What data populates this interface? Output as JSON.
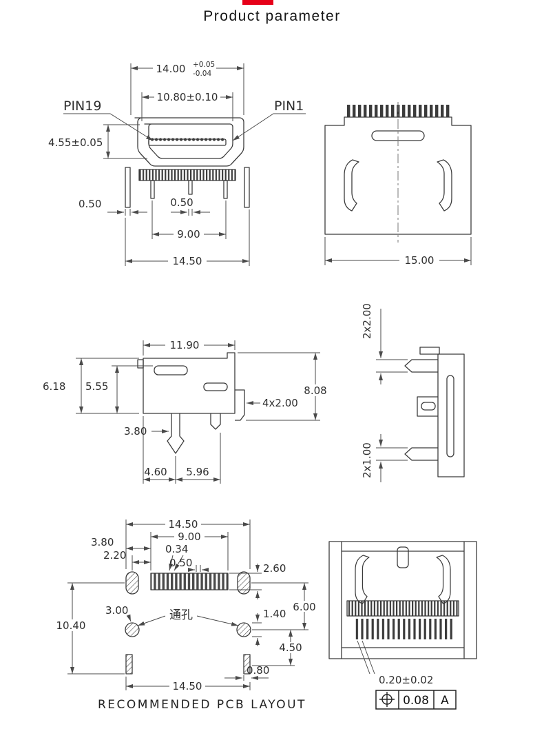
{
  "header": {
    "title": "Product parameter",
    "accent_color": "#e60018"
  },
  "front_view": {
    "pin19": "PIN19",
    "pin1": "PIN1",
    "width_nominal": "14.00",
    "width_tol_plus": "+0.05",
    "width_tol_minus": "-0.04",
    "opening_width": "10.80±0.10",
    "height": "4.55±0.05",
    "leg_width_left": "0.50",
    "leg_width_center": "0.50",
    "leg_span": "9.00",
    "overall_width": "14.50"
  },
  "top_view": {
    "width": "15.00"
  },
  "side_view": {
    "body_width": "11.90",
    "height_outer": "6.18",
    "height_inner": "5.55",
    "foot": "4x2.00",
    "height_overall": "8.08",
    "leg_length": "3.80",
    "leg_offset": "4.60",
    "leg_spacing": "5.96"
  },
  "rear_view": {
    "top_tabs": "2x2.00",
    "bottom_tabs": "2x1.00"
  },
  "pcb_layout": {
    "overall_width_top": "14.50",
    "pad_row_width": "9.00",
    "dim_3_80": "3.80",
    "dim_2_20": "2.20",
    "pad_width": "0.34",
    "pad_pitch": "0.50",
    "pad_length": "2.60",
    "dim_3_00": "3.00",
    "through_hole_label": "通孔",
    "hole_dia": "1.40",
    "hole_span": "6.00",
    "overall_height": "10.40",
    "dim_4_50": "4.50",
    "slot_width": "0.80",
    "overall_width_bottom": "14.50",
    "caption": "RECOMMENDED PCB LAYOUT"
  },
  "bottom_view": {
    "pin_width": "0.20±0.02",
    "tolerance": {
      "value": "0.08",
      "datum": "A"
    }
  }
}
